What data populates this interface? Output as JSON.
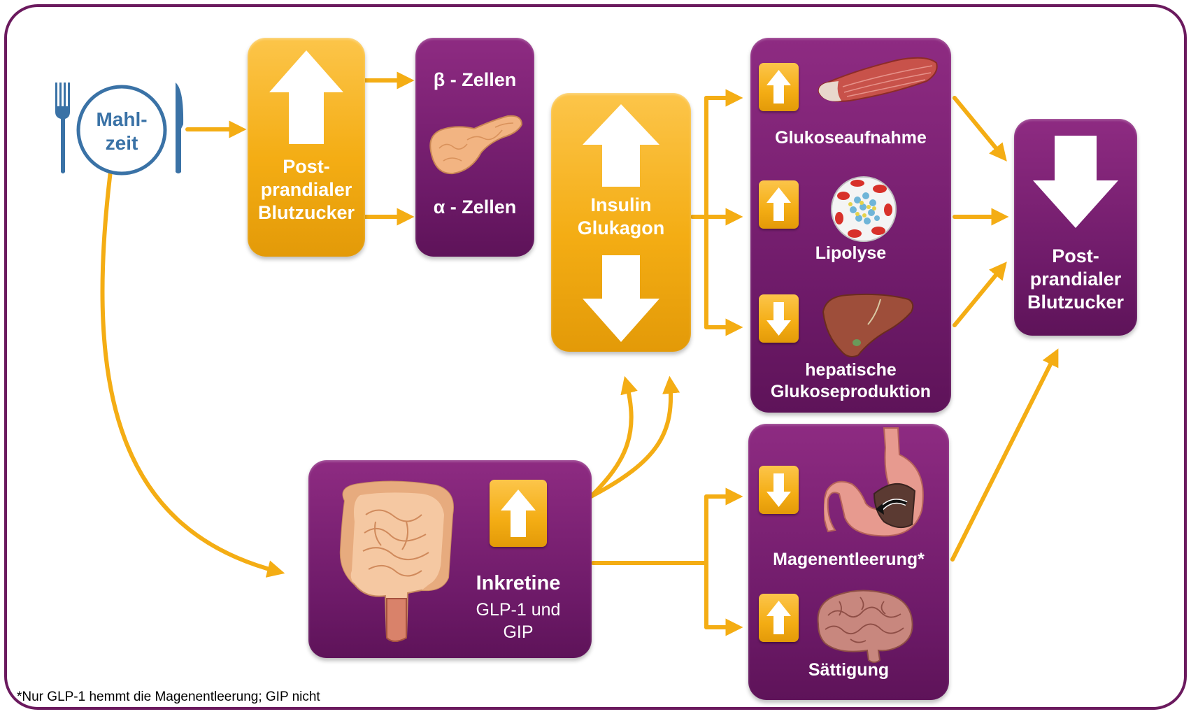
{
  "meal": {
    "label_line1": "Mahl-",
    "label_line2": "zeit"
  },
  "postprandial_rise": {
    "line1": "Post-",
    "line2": "prandialer",
    "line3": "Blutzucker"
  },
  "cells": {
    "beta": "β - Zellen",
    "alpha": "α - Zellen"
  },
  "hormones": {
    "line1": "Insulin",
    "line2": "Glukagon"
  },
  "effects": {
    "glucose_uptake": "Glukoseaufnahme",
    "lipolysis": "Lipolyse",
    "hepatic_line1": "hepatische",
    "hepatic_line2": "Glukoseproduktion"
  },
  "result": {
    "line1": "Post-",
    "line2": "prandialer",
    "line3": "Blutzucker"
  },
  "incretins": {
    "title": "Inkretine",
    "line2": "GLP-1 und",
    "line3": "GIP"
  },
  "gut_effects": {
    "gastric_emptying": "Magenentleerung*",
    "satiety": "Sättigung"
  },
  "footnote": "*Nur GLP-1 hemmt die Magenentleerung; GIP nicht",
  "colors": {
    "purple": "#6d1a68",
    "gold": "#f4ad14",
    "frame": "#6b1a5e",
    "plate_blue": "#3a72a6"
  },
  "icons": [
    "fork-icon",
    "plate-icon",
    "knife-icon",
    "muscle-icon",
    "fat-cell-icon",
    "liver-icon",
    "pancreas-icon",
    "intestine-icon",
    "stomach-icon",
    "brain-icon"
  ]
}
